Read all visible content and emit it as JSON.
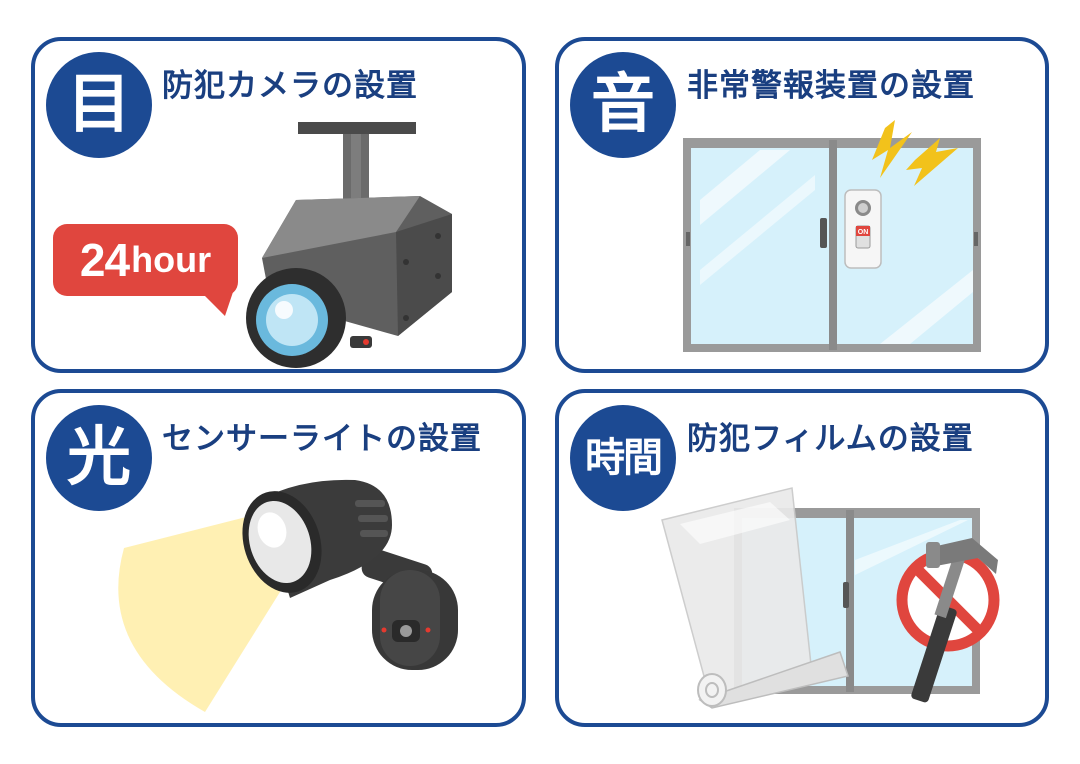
{
  "panels": [
    {
      "badge": "目",
      "title": "防犯カメラの設置"
    },
    {
      "badge": "音",
      "title": "非常警報装置の設置"
    },
    {
      "badge": "光",
      "title": "センサーライトの設置"
    },
    {
      "badge": "時間",
      "title": "防犯フィルムの設置"
    }
  ],
  "camera": {
    "speech_number": "24",
    "speech_unit": "hour"
  },
  "alarm": {
    "switch_label": "ON"
  },
  "colors": {
    "panel_border": "#1c4a93",
    "title_text": "#1a3f80",
    "speech_bubble": "#e0463e",
    "glass": "#d6f1fb",
    "light_beam": "#fff0b3",
    "prohibition": "#e0463e"
  }
}
